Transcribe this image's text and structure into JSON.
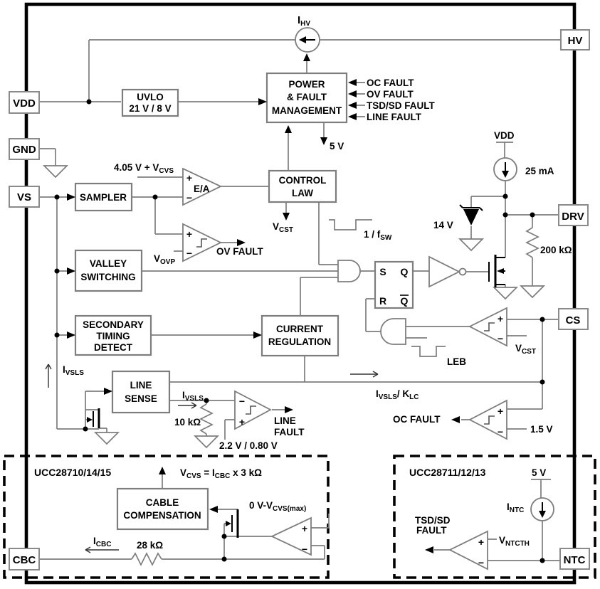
{
  "pins": {
    "vdd": "VDD",
    "gnd": "GND",
    "vs": "VS",
    "cbc": "CBC",
    "hv": "HV",
    "drv": "DRV",
    "cs": "CS",
    "ntc": "NTC"
  },
  "blocks": {
    "uvlo": {
      "l1": "UVLO",
      "l2": "21 V / 8 V"
    },
    "pfm": {
      "l1": "POWER",
      "l2": "& FAULT",
      "l3": "MANAGEMENT"
    },
    "claw": {
      "l1": "CONTROL",
      "l2": "LAW"
    },
    "sampler": {
      "l1": "SAMPLER"
    },
    "valley": {
      "l1": "VALLEY",
      "l2": "SWITCHING"
    },
    "std": {
      "l1": "SECONDARY",
      "l2": "TIMING",
      "l3": "DETECT"
    },
    "creg": {
      "l1": "CURRENT",
      "l2": "REGULATION"
    },
    "lsense": {
      "l1": "LINE",
      "l2": "SENSE"
    },
    "ccomp": {
      "l1": "CABLE",
      "l2": "COMPENSATION"
    }
  },
  "srlatch": {
    "s": "S",
    "q": "Q",
    "r": "R",
    "qb": "Q"
  },
  "signs": {
    "plus": "+",
    "minus": "−"
  },
  "labels": {
    "ihv": {
      "m1": "I",
      "s1": "HV"
    },
    "ea": "E/A",
    "oc_fault_in": "OC FAULT",
    "ov_fault_in": "OV FAULT",
    "tsd_fault_in": "TSD/SD FAULT",
    "line_fault_in": "LINE FAULT",
    "five_v": "5 V",
    "vdd_top": "VDD",
    "ma25": "25 mA",
    "v14": "14 V",
    "k200": "200 kΩ",
    "ea_ref": {
      "m1": "4.05 V + V",
      "s1": "CVS"
    },
    "vcst": {
      "m1": "V",
      "s1": "CST"
    },
    "vovp": {
      "m1": "V",
      "s1": "OVP"
    },
    "ov_fault_out": "OV FAULT",
    "fsw": {
      "m1": "1 / f",
      "s1": "SW"
    },
    "leb": "LEB",
    "v15": "1.5 V",
    "oc_fault_out": "OC FAULT",
    "ivsls": {
      "m1": "I",
      "s1": "VSLS"
    },
    "ivsls_klc": {
      "m1": "I",
      "s1": "VSLS",
      "m2": "/ K",
      "s2": "LC"
    },
    "k10": "10 kΩ",
    "line_fault_l1": "LINE",
    "line_fault_l2": "FAULT",
    "ref_line": "2.2 V / 0.80 V",
    "ucc_a": "UCC28710/14/15",
    "ucc_b": "UCC28711/12/13",
    "vcvs_eq": {
      "m1": "V",
      "s1": "CVS",
      "m2": " = I",
      "s2": "CBC",
      "m3": " x 3 kΩ"
    },
    "cvs_range": {
      "m1": "0 V-V",
      "s1": "CVS(max)"
    },
    "icbc": {
      "m1": "I",
      "s1": "CBC"
    },
    "k28": "28 kΩ",
    "tsd_l1": "TSD/SD",
    "tsd_l2": "FAULT",
    "vntcth": {
      "m1": "V",
      "s1": "NTCTH"
    },
    "intc": {
      "m1": "I",
      "s1": "NTC"
    }
  }
}
